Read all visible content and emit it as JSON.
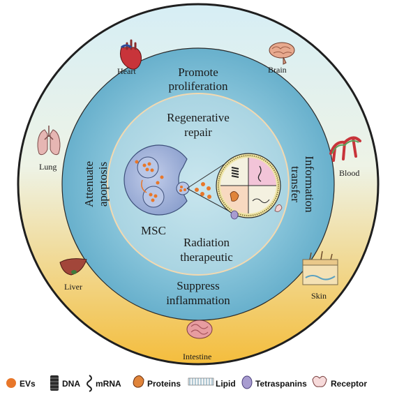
{
  "organs": {
    "heart": "Heart",
    "brain": "Brain",
    "lung": "Lung",
    "blood": "Blood",
    "liver": "Liver",
    "skin": "Skin",
    "intestine": "Intestine"
  },
  "middle_ring": {
    "top_line1": "Promote",
    "top_line2": "proliferation",
    "left_line1": "Attenuate",
    "left_line2": "apoptosis",
    "right_line1": "Information",
    "right_line2": "transfer",
    "bottom_line1": "Suppress",
    "bottom_line2": "inflammation"
  },
  "inner_circle": {
    "top_line1": "Regenerative",
    "top_line2": "repair",
    "cell_label": "MSC",
    "bottom_line1": "Radiation",
    "bottom_line2": "therapeutic"
  },
  "legend": [
    {
      "label": "EVs",
      "icon": "ev-dot-icon"
    },
    {
      "label": "DNA",
      "icon": "dna-coil-icon"
    },
    {
      "label": "mRNA",
      "icon": "mrna-strand-icon"
    },
    {
      "label": "Proteins",
      "icon": "protein-blob-icon"
    },
    {
      "label": "Lipid",
      "icon": "lipid-bilayer-icon"
    },
    {
      "label": "Tetraspanins",
      "icon": "tetraspanin-icon"
    },
    {
      "label": "Receptor",
      "icon": "receptor-icon"
    }
  ],
  "colors": {
    "outer_ring_top": "#cfe9f2",
    "outer_ring_bottom": "#f6c44a",
    "middle_ring": "#7bbfd6",
    "inner_circle": "#b3dbe6",
    "ev_orange": "#e8772a",
    "cell_body": "#9fb3d8"
  }
}
